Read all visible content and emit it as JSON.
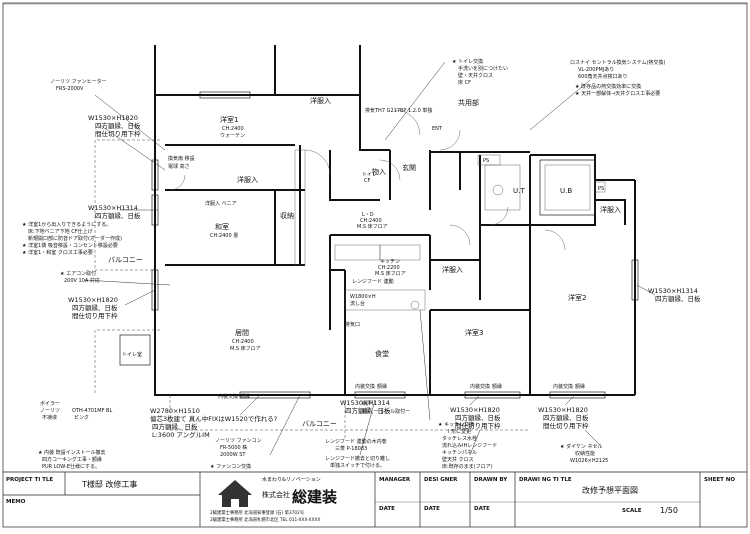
{
  "rooms": {
    "western1": "洋室1",
    "western1_sub1": "CH:2400",
    "western1_sub2": "ウォーテン",
    "western_north": "洋服入",
    "corridor_room": "洋服入",
    "japanese": "和室",
    "japanese_sub": "CH:2400 畳",
    "storage": "収納",
    "ldk": "L・D",
    "ldk_sub1": "CH:2400",
    "ldk_sub2": "M.S 床フロア",
    "living": "居間",
    "living_sub1": "CH:2400",
    "living_sub2": "M.S 床フロア",
    "dining": "食堂",
    "kitchen": "キッチン",
    "kitchen_sub1": "CH:2200",
    "kitchen_sub2": "M.S 床フロア",
    "western2": "洋室2",
    "western3": "洋室3",
    "ut": "U.T",
    "ub": "U.B",
    "entrance": "玄関",
    "storage_in": "物入",
    "closet_ne": "洋服入",
    "closet_mid": "洋服入",
    "common": "共用部",
    "balcony1": "バルコニー",
    "balcony2": "バルコニー",
    "ps1": "PS",
    "ps2": "PS",
    "ent": "ENT",
    "tatami": "和室",
    "hood": "レンジフード 連動",
    "toilet": "トイレ室",
    "wc": "トイレ",
    "wc_sub": "CF"
  },
  "notes": {
    "fan_heater": "ノーリツ ファンヒーター",
    "fan_heater_model": "FRS-2000V",
    "w1530_1820_a": "W1530×H1820",
    "w1530_1820_a2": "四方額縁、日板",
    "w1530_1820_a3": "間仕切り用下枠",
    "w1530_1314_a": "W1530×H1314",
    "w1530_1314_a2": "四方額縁、日板",
    "jp_note1": "★ 洋室1から出入りできるようにする。",
    "jp_note2": "床:下地ベニア下地 CF仕上げ",
    "jp_note3": "新規開口部に防音ドア取付(オーダー作成)",
    "jp_note4": "★ 洋室1側 吸音移設・コンセント移設必要",
    "jp_note5": "★ 洋室1・和室 クロス工事必要",
    "aircon": "★ エアコン取付",
    "aircon2": "200V 10A 対応",
    "w1530_1820_b": "W1530×H1820",
    "w1530_1820_b2": "四方額縁、日板",
    "w1530_1820_b3": "間仕切り用下枠",
    "boiler": "ボイラー",
    "boiler2": "ノーリツ",
    "boiler3": "不凍液",
    "boiler_model": "OTH-4701MF BL",
    "boiler_color": "ピンク",
    "interior_note1": "★ 内装 既設インストール撤去",
    "interior_note2": "四方コーキング工事・額縁",
    "interior_note3": "PUR LOW-E仕様にする。",
    "w2780": "W2780×H1510",
    "w2780_2": "偏芯3枚建て 真ん中FIXはW1520で作れる?",
    "w2780_3": "四方額縁、日板",
    "w2780_4": "L:3600 アングルIM",
    "fan_heater2": "ノーリツ ファンコン",
    "fan_heater2b": "FR-5000 株",
    "fan_heater2c": "2000W ST",
    "fancon": "★ ファンコン交換",
    "hood_note1": "レンジフード 連動の木内巻",
    "hood_note2": "三菱 P-18083",
    "hood_note3": "レンジフード撤去と切り離し",
    "hood_note4": "単独スイッチで付ける。",
    "kitchen_ex": "★ キッチン交換",
    "kitchen_ex2": "I 形に変更",
    "kitchen_ex3": "タッチレス水栓",
    "kitchen_ex4": "流れ込みIHレンジフード",
    "kitchen_ex5": "キッチンパネル",
    "kitchen_ex6": "壁天井 クロス",
    "kitchen_ex7": "床:既存のまま(フロア)",
    "w1530_1314_b": "W1530×H1314",
    "w1530_1314_b2": "四方額縁、日板",
    "w1530_1820_c": "W1530×H1820",
    "w1530_1820_c2": "四方額縁、日板",
    "w1530_1820_c3": "間仕切り用下枠",
    "w1530_1820_d": "W1530×H1820",
    "w1530_1820_d2": "四方額縁、日板",
    "w1530_1820_d3": "間仕切り用下枠",
    "daikin": "★ ダイケン ネセル",
    "daikin2": "収納性能",
    "daikin3": "W1026×H2125",
    "w1530_1314_c": "W1530×H1314",
    "w1530_1314_c2": "四方額縁、日板",
    "toilet_ex": "★ トイレ交換",
    "toilet_ex2": "手洗いを別につけたい",
    "toilet_ex3": "壁・天井クロス",
    "toilet_ex4": "床 CF",
    "losnay": "ロスナイ セントラル換気システム(熱交換)",
    "losnay2": "VL-200PMJあり",
    "losnay3": "600角天井点検口あり",
    "duct1": "★ 既存品の熱交換効率に交換",
    "duct2": "★ 天井一部解体→天井クロス工事必要",
    "inner_a": "内装交換",
    "inner_a2": "額縁",
    "inner_b": "内装交換",
    "inner_b2": "額縁",
    "inner_c": "内装交換",
    "inner_c2": "額縁",
    "inner_d": "内装交換",
    "inner_d2": "額縁",
    "rail": "網戸 ー レール取付ー",
    "rail2": "網戸",
    "sink_spec": "流し台",
    "w1800": "W1800×H",
    "vent": "排気口",
    "hood_top": "排気TH7 G217BP 1.2.0 単独",
    "misc1": "換気扇 移設",
    "misc2": "電球 高さ",
    "misc3": "洋服入 ベニア"
  },
  "titleblock": {
    "project_title_label": "PROJECT TI TLE",
    "project_title": "T様邸 改修工事",
    "memo_label": "MEMO",
    "company_tag": "水まわり&リノベーション",
    "company_type": "株式会社",
    "company_name": "総建装",
    "address1": "2級建築士事務所 北海道知事登録 (石) 第3702号",
    "address2": "2級建築士事務所 北海道札幌市北区 TEL 011-XXX-XXXX",
    "manager_label": "MANAGER",
    "designer_label": "DESI GNER",
    "drawn_label": "DRAWN BY",
    "date_label": "DATE",
    "drawing_title_label": "DRAWI NG TI TLE",
    "drawing_title": "改修予想平面図",
    "scale_label": "SCALE",
    "scale": "1/50",
    "sheet_label": "SHEET NO"
  }
}
